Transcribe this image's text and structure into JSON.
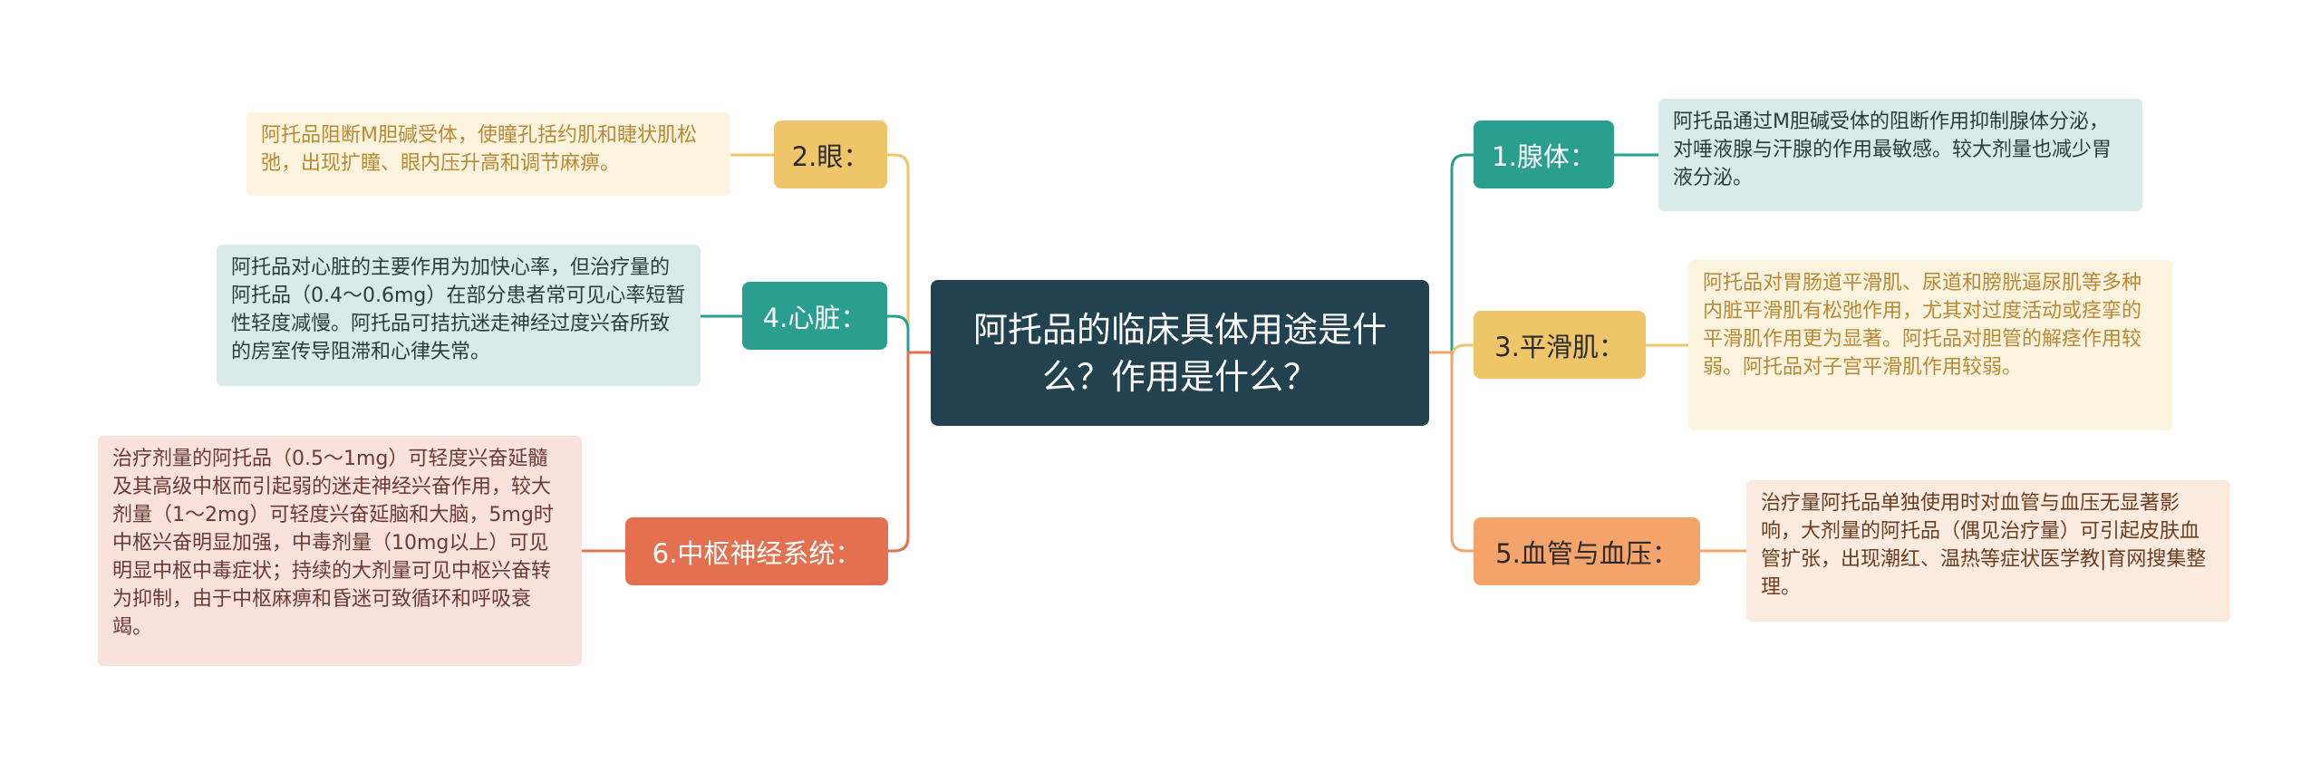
{
  "title": "阿托品的临床具体用途是什么？作用是什么？",
  "colors": {
    "root": "#22424f",
    "teal": "#2a9f8f",
    "yellow": "#efc56a",
    "coral": "#e3704e",
    "orange": "#f4a36a"
  },
  "branches": {
    "eye": {
      "label": "2.眼：",
      "text": "阿托品阻断M胆碱受体，使瞳孔括约肌和睫状肌松弛，出现扩瞳、眼内压升高和调节麻痹。"
    },
    "heart": {
      "label": "4.心脏：",
      "text": "阿托品对心脏的主要作用为加快心率，但治疗量的阿托品（0.4～0.6mg）在部分患者常可见心率短暂性轻度减慢。阿托品可拮抗迷走神经过度兴奋所致的房室传导阻滞和心律失常。"
    },
    "cns": {
      "label": "6.中枢神经系统：",
      "text": "治疗剂量的阿托品（0.5～1mg）可轻度兴奋延髓及其高级中枢而引起弱的迷走神经兴奋作用，较大剂量（1～2mg）可轻度兴奋延脑和大脑，5mg时中枢兴奋明显加强，中毒剂量（10mg以上）可见明显中枢中毒症状；持续的大剂量可见中枢兴奋转为抑制，由于中枢麻痹和昏迷可致循环和呼吸衰竭。"
    },
    "gland": {
      "label": "1.腺体：",
      "text": "阿托品通过M胆碱受体的阻断作用抑制腺体分泌，对唾液腺与汗腺的作用最敏感。较大剂量也减少胃液分泌。"
    },
    "smooth": {
      "label": "3.平滑肌：",
      "text": "阿托品对胃肠道平滑肌、尿道和膀胱逼尿肌等多种内脏平滑肌有松弛作用，尤其对过度活动或痉挛的平滑肌作用更为显著。阿托品对胆管的解痉作用较弱。阿托品对子宫平滑肌作用较弱。"
    },
    "vessel": {
      "label": "5.血管与血压：",
      "text": "治疗量阿托品单独使用时对血管与血压无显著影响，大剂量的阿托品（偶见治疗量）可引起皮肤血管扩张，出现潮红、温热等症状医学教|育网搜集整理。"
    }
  }
}
